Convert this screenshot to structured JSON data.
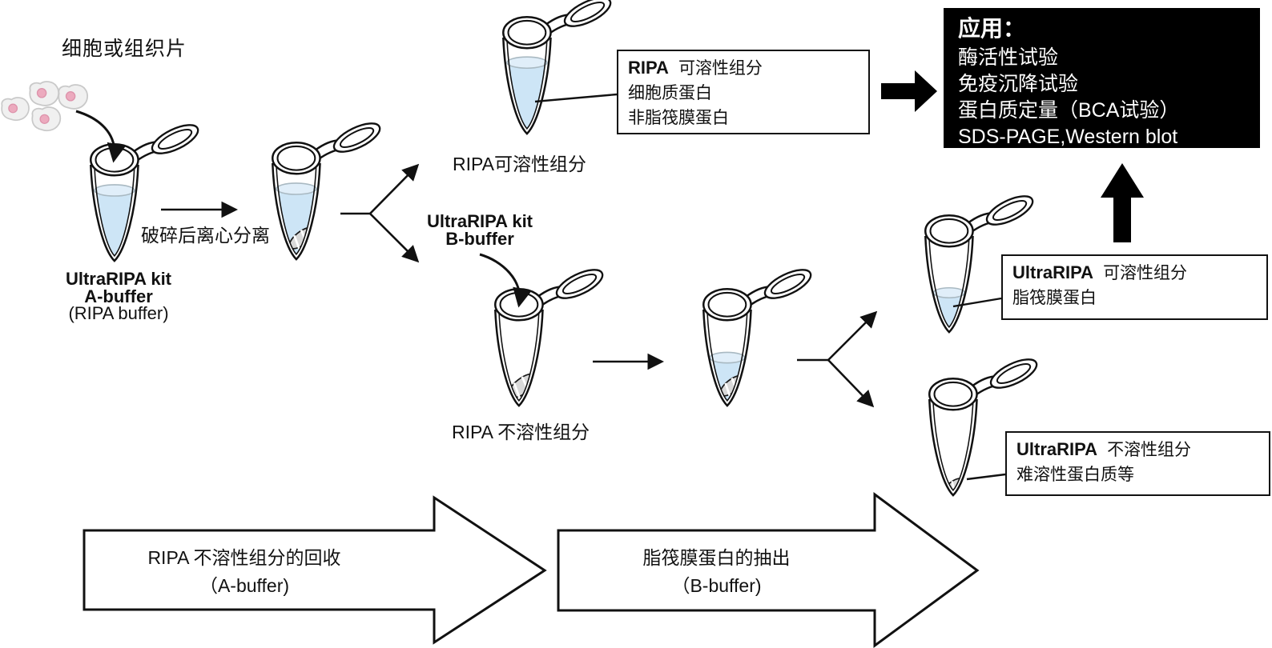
{
  "diagram": {
    "title": "细胞或组织片",
    "steps": {
      "centrifuge": "破碎后离心分离"
    },
    "tube_labels": {
      "kit_a": [
        "UltraRIPA kit",
        "A-buffer",
        "(RIPA buffer)"
      ],
      "kit_b": [
        "UltraRIPA kit",
        "B-buffer"
      ],
      "ripa_soluble": "RIPA可溶性组分",
      "ripa_insoluble": "RIPA 不溶性组分"
    },
    "callouts": {
      "ripa": {
        "name": "RIPA",
        "type": "可溶性组分",
        "line1": "细胞质蛋白",
        "line2": "非脂筏膜蛋白"
      },
      "ultra_soluble": {
        "name": "UltraRIPA",
        "type": "可溶性组分",
        "line1": "脂筏膜蛋白"
      },
      "ultra_insoluble": {
        "name": "UltraRIPA",
        "type": "不溶性组分",
        "line1": "难溶性蛋白质等"
      }
    },
    "applications": {
      "title": "应用：",
      "items": [
        "酶活性试验",
        "免疫沉降试验",
        "蛋白质定量（BCA试验）",
        "SDS-PAGE,Western blot"
      ]
    },
    "process_arrows": [
      {
        "line1": "RIPA 不溶性组分的回收",
        "line2": "（A-buffer)"
      },
      {
        "line1": "脂筏膜蛋白的抽出",
        "line2": "（B-buffer)"
      }
    ],
    "colors": {
      "liquid": "#cde5f6",
      "liquid_surface": "#e0eef9",
      "pellet": "#d9d9d9",
      "cell_fill": "#f0f0f0",
      "nucleus": "#ecaabe",
      "panel_bg": "#000000",
      "panel_text": "#ffffff",
      "outline": "#111111"
    }
  }
}
